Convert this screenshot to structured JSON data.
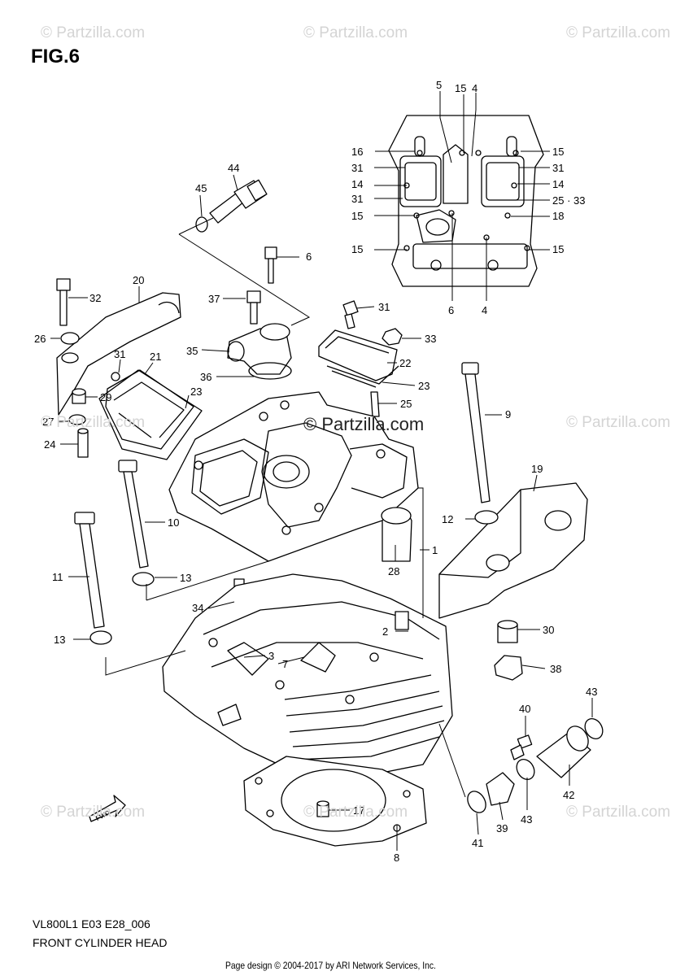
{
  "figure_label": "FIG.6",
  "watermarks": [
    "© Partzilla.com",
    "© Partzilla.com",
    "© Partzilla.com",
    "© Partzilla.com",
    "© Partzilla.com",
    "© Partzilla.com",
    "© Partzilla.com",
    "© Partzilla.com",
    "© Partzilla.com"
  ],
  "watermark_center": "© Partzilla.com",
  "diagram_code": "VL800L1 E03 E28_006",
  "diagram_title": "FRONT CYLINDER HEAD",
  "footer": "Page design © 2004-2017 by ARI Network Services, Inc.",
  "fwd_label": "FWD",
  "part_callouts": [
    "5",
    "15",
    "4",
    "16",
    "15",
    "31",
    "31",
    "14",
    "14",
    "31",
    "25 · 33",
    "15",
    "18",
    "15",
    "15",
    "6",
    "4",
    "44",
    "45",
    "6",
    "20",
    "32",
    "37",
    "31",
    "26",
    "31",
    "21",
    "35",
    "33",
    "22",
    "36",
    "23",
    "23",
    "29",
    "25",
    "9",
    "27",
    "24",
    "19",
    "10",
    "12",
    "1",
    "28",
    "11",
    "13",
    "34",
    "13",
    "2",
    "30",
    "3",
    "7",
    "38",
    "43",
    "40",
    "43",
    "42",
    "41",
    "39",
    "17",
    "8"
  ]
}
